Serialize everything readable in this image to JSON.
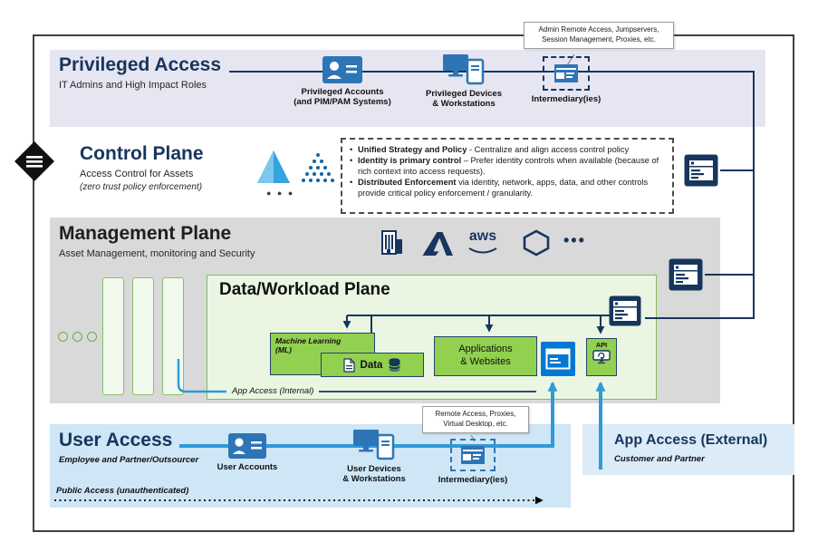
{
  "colors": {
    "navy": "#17365d",
    "blue_line": "#2e9bd6",
    "bright_blue": "#0078d4",
    "green_box": "#92d050",
    "light_green_bg": "#eaf6e2",
    "gray_band": "#d9d9d9",
    "lavender_band": "#e6e6f2",
    "user_band": "#cfe6f7"
  },
  "privileged": {
    "title": "Privileged Access",
    "subtitle": "IT Admins and High Impact Roles",
    "accounts_line1": "Privileged Accounts",
    "accounts_line2": "(and PIM/PAM Systems)",
    "devices_line1": "Privileged Devices",
    "devices_line2": "& Workstations",
    "intermediary_label": "Intermediary(ies)",
    "callout": "Admin Remote Access, Jumpservers, Session Management, Proxies, etc."
  },
  "control": {
    "title": "Control Plane",
    "subtitle": "Access Control for Assets",
    "note": "(zero trust policy enforcement)",
    "dots": "● ● ●",
    "bullets": [
      {
        "lead": "Unified Strategy and Policy",
        "rest": " - Centralize and align access control policy"
      },
      {
        "lead": "Identity is primary control",
        "rest": " – Prefer identity controls when available (because of rich context into access requests)."
      },
      {
        "lead": "Distributed Enforcement",
        "rest": " via identity, network, apps, data, and other controls provide critical policy enforcement / granularity."
      }
    ]
  },
  "management": {
    "title": "Management Plane",
    "subtitle": "Asset Management, monitoring and Security",
    "aws_label": "aws",
    "ellipsis": "•••"
  },
  "dataplane": {
    "title": "Data/Workload Plane",
    "ml_line1": "Machine Learning",
    "ml_line2": "(ML)",
    "data_label": "Data",
    "apps_line1": "Applications",
    "apps_line2": "& Websites",
    "api_label": "API",
    "app_access_internal": "App Access (Internal)"
  },
  "user": {
    "title": "User Access",
    "subtitle": "Employee and Partner/Outsourcer",
    "accounts_label": "User Accounts",
    "devices_line1": "User Devices",
    "devices_line2": "& Workstations",
    "intermediary_label": "Intermediary(ies)",
    "callout": "Remote Access, Proxies, Virtual Desktop, etc.",
    "public_access": "Public Access (unauthenticated)"
  },
  "external": {
    "title": "App Access (External)",
    "subtitle": "Customer and Partner"
  }
}
